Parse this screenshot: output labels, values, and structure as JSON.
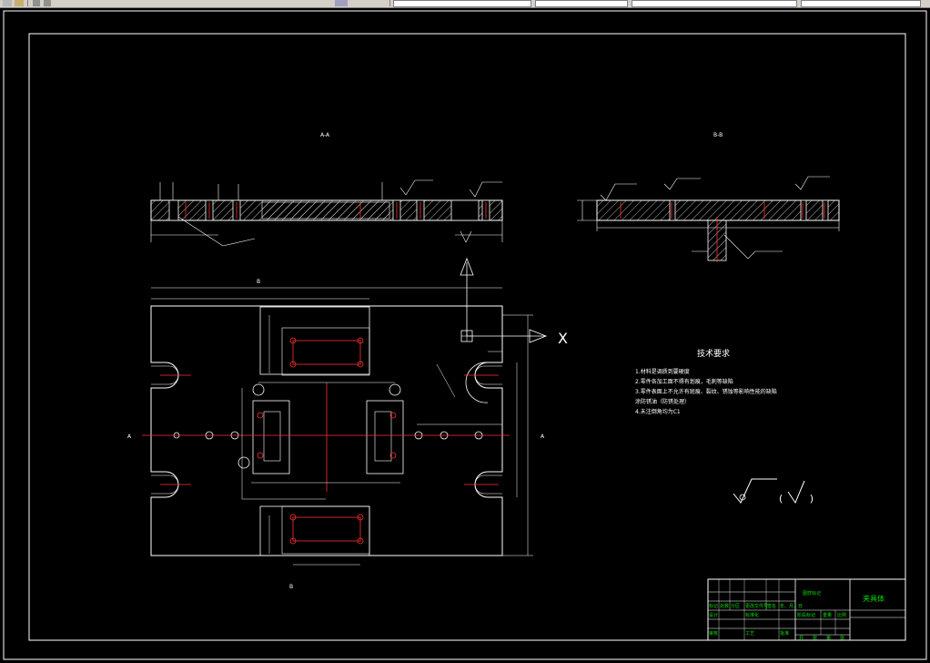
{
  "toolbar": {
    "combo_values": [
      "",
      "",
      "",
      ""
    ]
  },
  "drawing": {
    "section_aa_label": "A-A",
    "section_bb_label": "B-B",
    "axis_x_label": "X",
    "cut_labels": {
      "a_left": "A",
      "a_right": "A",
      "b_top": "B",
      "b_bottom": "B"
    },
    "tech_req": {
      "title": "技术要求",
      "lines": [
        "1.材料是调质到要硬度",
        "2.零件各加工面不得有划痕，毛刺等缺陷",
        "3.零件表面上不允许有斑痕、裂纹、锈蚀等影响性能的缺陷",
        "   涂防锈油（防锈处理）",
        "4.未注倒角均为C1"
      ]
    },
    "roughness_note": "( )",
    "title_block": {
      "part_name": "夹具体",
      "drawing_label": "图样标记",
      "row_labels": [
        "标记",
        "处数",
        "分区",
        "更改文件号",
        "签名",
        "年、月、日"
      ],
      "row2_labels": [
        "设计",
        "标准化",
        "审核",
        "工艺",
        "批准"
      ],
      "col_labels": [
        "阶段标记",
        "重量",
        "比例"
      ],
      "bottom_labels": [
        "共",
        "张",
        "第",
        "张"
      ]
    }
  },
  "colors": {
    "background": "#000000",
    "outline": "#ffffff",
    "centerline": "#ff3030",
    "title_text": "#00e000",
    "hatch": "#ffffff"
  }
}
